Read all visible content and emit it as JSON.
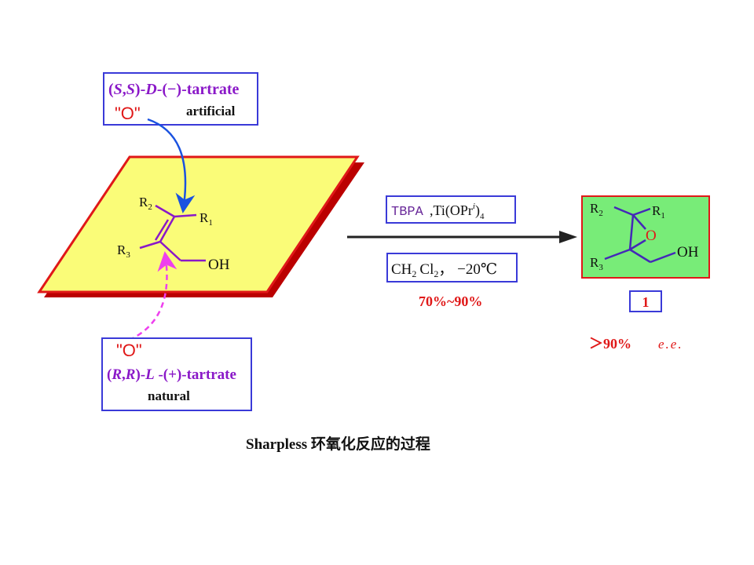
{
  "colors": {
    "box_border": "#3a3ad8",
    "purple": "#8a18c8",
    "black": "#111111",
    "red": "#e01818",
    "plane_fill": "#fafc78",
    "product_fill": "#78ec78",
    "arrow_blue": "#1a52e0",
    "arrow_magenta": "#ee40ee"
  },
  "top_box": {
    "open": "(",
    "s1": "S",
    "comma": ",",
    "s2": "S",
    "close_dash": ")-",
    "d": "D",
    "rest": "-(−)-tartrate",
    "o_label": "\"O\"",
    "note": "artificial"
  },
  "bottom_box": {
    "o_label": "\"O\"",
    "open": "(",
    "r1": "R",
    "comma": ",",
    "r2": "R",
    "close_dash": ")-",
    "l": "L",
    "rest": " -(+)-tartrate",
    "note": "natural"
  },
  "substrate": {
    "r2": "R",
    "r2_sub": "2",
    "r1": "R",
    "r1_sub": "1",
    "r3": "R",
    "r3_sub": "3",
    "oh": "OH"
  },
  "conditions": {
    "reagent1": "TBPA",
    "reagent2": ",Ti(OPr",
    "reagent2_sup": "i",
    "reagent2_close": ")",
    "reagent2_sub": "4",
    "solvent": "CH",
    "solvent_sub1": "2",
    "solvent2": "Cl",
    "solvent_sub2": "2",
    "temp": "， −20℃",
    "yield": "70%~90%"
  },
  "product": {
    "r2": "R",
    "r2_sub": "2",
    "r1": "R",
    "r1_sub": "1",
    "o": "O",
    "r3": "R",
    "r3_sub": "3",
    "oh": "OH",
    "number": "1",
    "ee_value": "＞90%",
    "ee_label": "e.e."
  },
  "caption": "Sharpless 环氧化反应的过程"
}
